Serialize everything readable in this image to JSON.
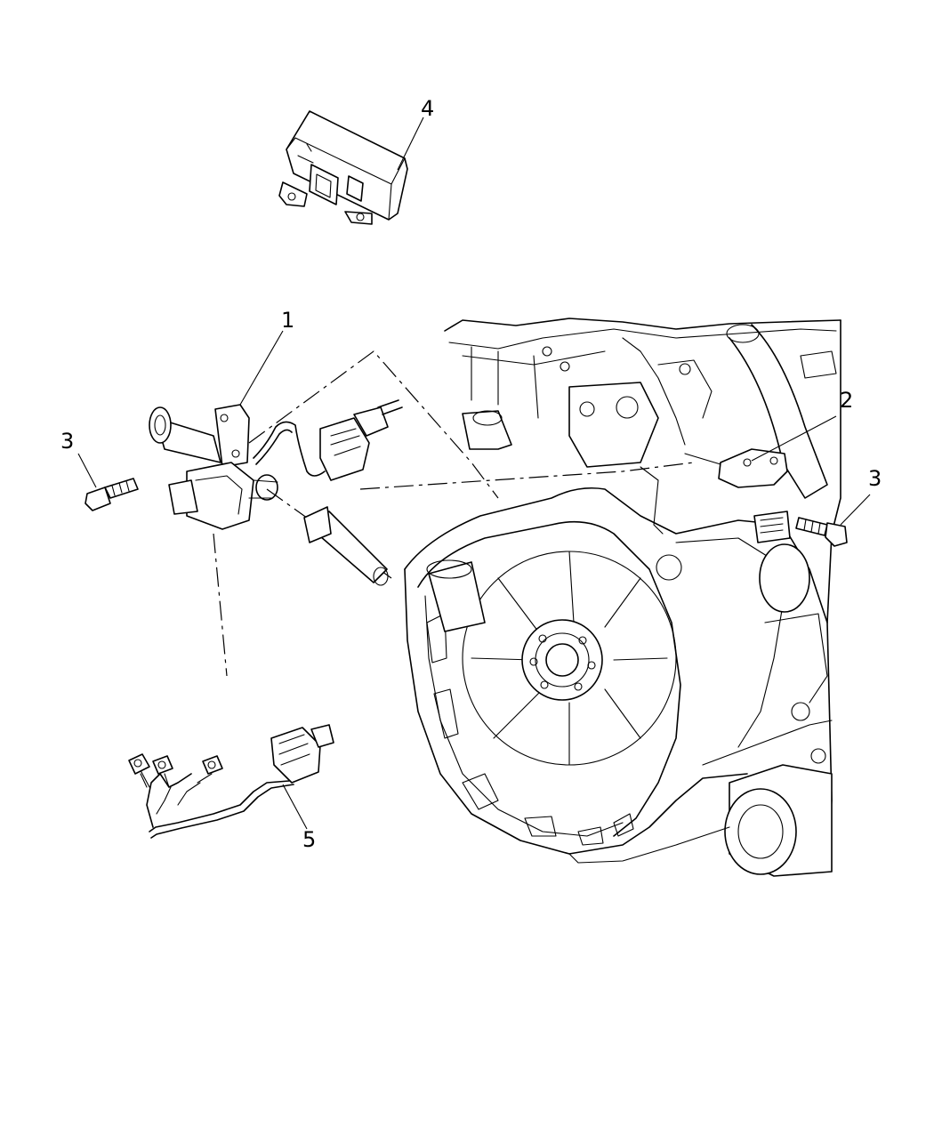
{
  "callouts": {
    "c1": "1",
    "c2": "2",
    "c3_left": "3",
    "c3_right": "3",
    "c4": "4",
    "c5": "5"
  }
}
